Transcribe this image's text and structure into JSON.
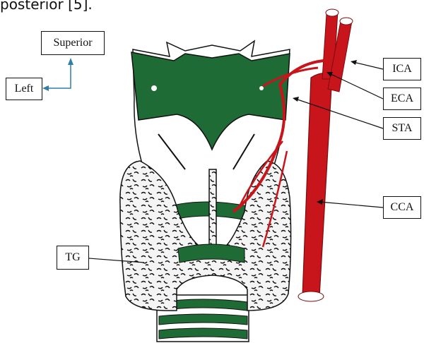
{
  "caption_fragment": "posterior [5].",
  "orientation": {
    "superior_label": "Superior",
    "left_label": "Left",
    "arrow_color": "#2f7fa8"
  },
  "labels": {
    "ica": "ICA",
    "eca": "ECA",
    "sta": "STA",
    "cca": "CCA",
    "tg": "TG"
  },
  "colors": {
    "cartilage_green": "#1f6b35",
    "artery_red": "#c8141b",
    "artery_dark": "#7a0d10",
    "gland_texture": "#111111"
  }
}
